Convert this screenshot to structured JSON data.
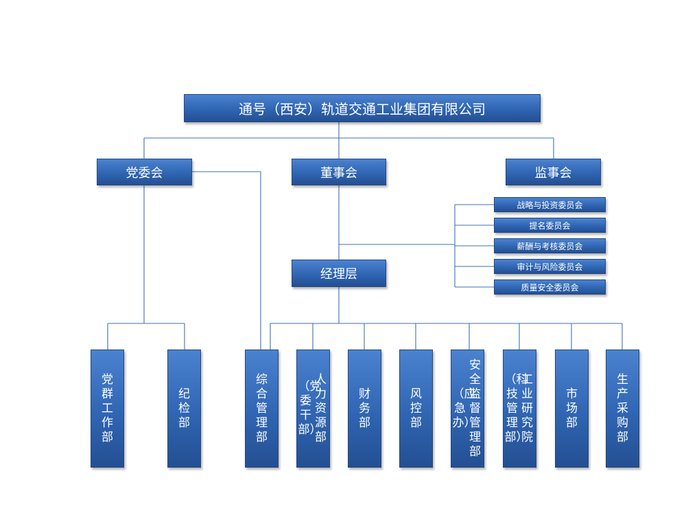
{
  "colors": {
    "box_top": "#4b82cf",
    "box_bottom": "#244f92",
    "box_border": "#23487f",
    "line": "#3d6fb6",
    "text": "#ffffff"
  },
  "company": {
    "title": "通号（西安）轨道交通工业集团有限公司"
  },
  "party_committee": {
    "label": "党委会"
  },
  "board": {
    "label": "董事会"
  },
  "supervisory_board": {
    "label": "监事会"
  },
  "management": {
    "label": "经理层"
  },
  "committees": [
    {
      "label": "战略与投资委员会"
    },
    {
      "label": "提名委员会"
    },
    {
      "label": "薪酬与考核委员会"
    },
    {
      "label": "审计与风险委员会"
    },
    {
      "label": "质量安全委员会"
    }
  ],
  "departments": {
    "party_work": {
      "columns": [
        "党群工作部"
      ]
    },
    "discipline": {
      "columns": [
        "纪检部"
      ]
    },
    "admin": {
      "columns": [
        "综合管理部"
      ]
    },
    "hr": {
      "columns": [
        "人力资源部",
        "（党委干部）"
      ]
    },
    "finance": {
      "columns": [
        "财务部"
      ]
    },
    "risk": {
      "columns": [
        "风控部"
      ]
    },
    "safety": {
      "columns": [
        "安全监督管理部",
        "（应急办）"
      ]
    },
    "research": {
      "columns": [
        "工业研究院",
        "（科技管理部）"
      ]
    },
    "market": {
      "columns": [
        "市场部"
      ]
    },
    "procurement": {
      "columns": [
        "生产采购部"
      ]
    }
  }
}
